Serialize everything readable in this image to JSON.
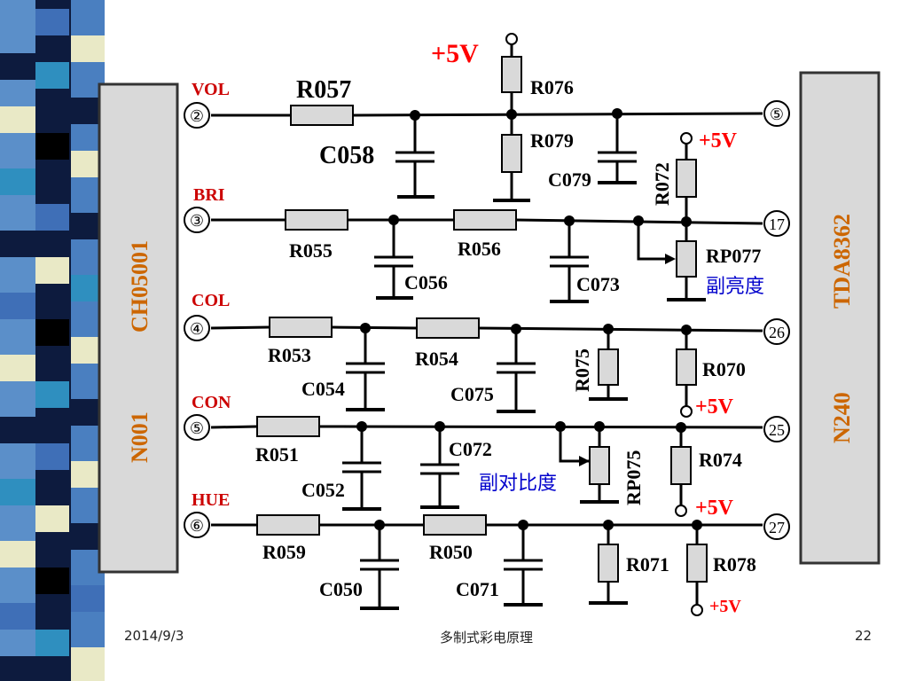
{
  "footer": {
    "date": "2014/9/3",
    "title": "多制式彩电原理",
    "page": "22"
  },
  "colors": {
    "wire": "#000000",
    "resistor_fill": "#d9d9d9",
    "chip_fill": "#d9d9d9",
    "signal_label": "#cc0000",
    "supply": "#ff0000",
    "chip_text": "#cc6600",
    "note": "#0000cc"
  },
  "chips": {
    "left": {
      "line1": "CH05001",
      "line2": "N001"
    },
    "right": {
      "line1": "TDA8362",
      "line2": "N240"
    }
  },
  "pins": {
    "vol": "②",
    "bri": "③",
    "col": "④",
    "con": "⑤",
    "hue": "⑥",
    "r_vol": "⑤",
    "r_bri": "17",
    "r_col": "26",
    "r_con": "25",
    "r_hue": "27"
  },
  "signals": {
    "vol": "VOL",
    "bri": "BRI",
    "col": "COL",
    "con": "CON",
    "hue": "HUE"
  },
  "supplies": {
    "top": "+5V",
    "r072": "+5V",
    "r070": "+5V",
    "r074": "+5V",
    "r078": "+5V"
  },
  "resistors": {
    "R057": "R057",
    "R076": "R076",
    "R079": "R079",
    "R072": "R072",
    "R055": "R055",
    "R056": "R056",
    "RP077": "RP077",
    "R053": "R053",
    "R054": "R054",
    "R075": "R075",
    "R070": "R070",
    "R051": "R051",
    "RP075": "RP075",
    "R074": "R074",
    "R059": "R059",
    "R050": "R050",
    "R071": "R071",
    "R078": "R078"
  },
  "capacitors": {
    "C058": "C058",
    "C079": "C079",
    "C056": "C056",
    "C073": "C073",
    "C054": "C054",
    "C075": "C075",
    "C052": "C052",
    "C072": "C072",
    "C050": "C050",
    "C071": "C071"
  },
  "notes": {
    "brightness": "副亮度",
    "contrast": "副对比度"
  }
}
